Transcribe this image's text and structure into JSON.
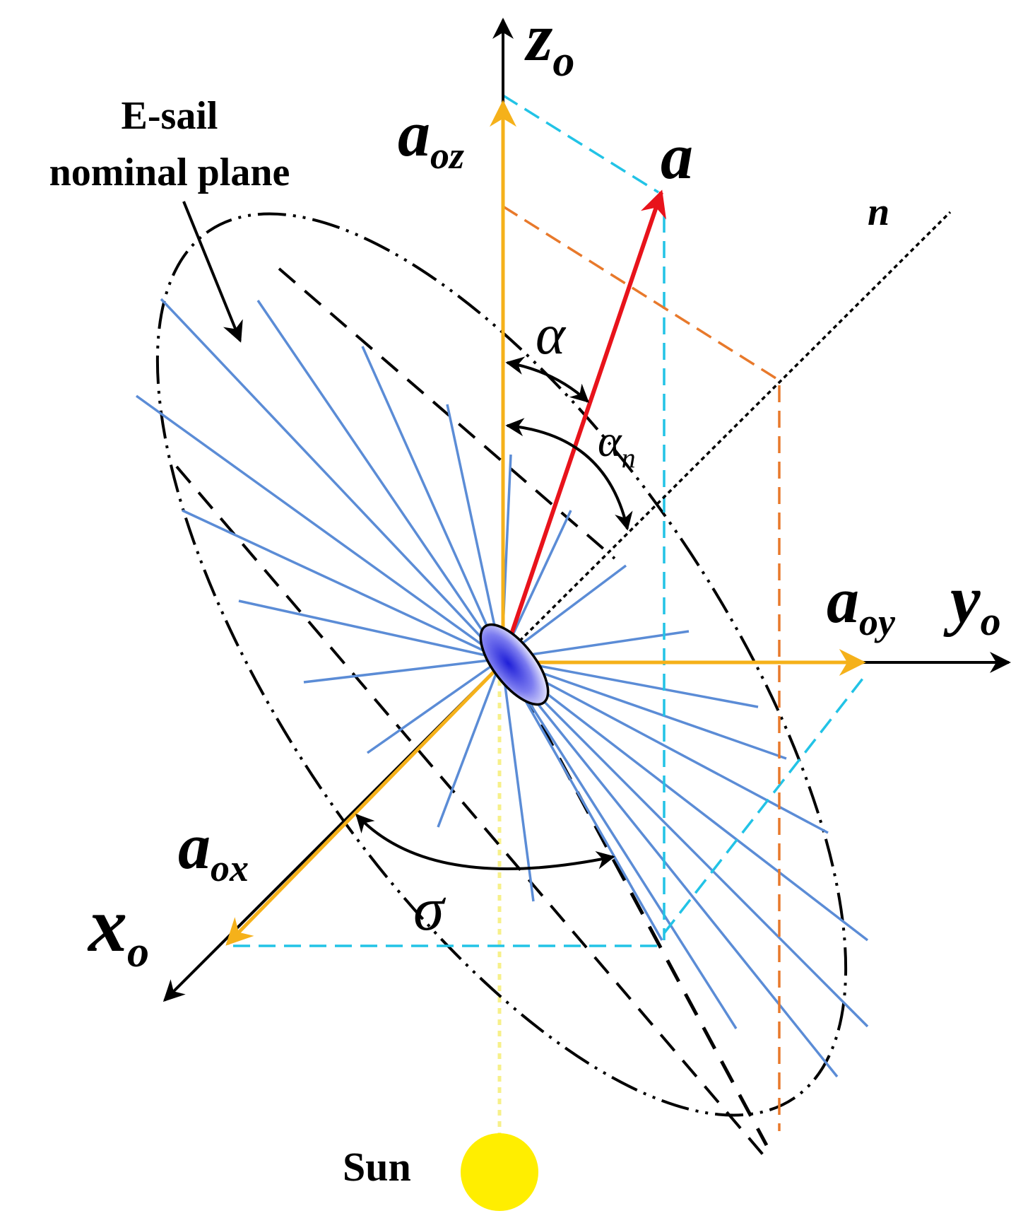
{
  "labels": {
    "z_axis": {
      "main": "z",
      "sub": "o"
    },
    "y_axis": {
      "main": "y",
      "sub": "o"
    },
    "x_axis": {
      "main": "x",
      "sub": "o"
    },
    "a_oz": {
      "main": "a",
      "sub": "oz"
    },
    "a_oy": {
      "main": "a",
      "sub": "oy"
    },
    "a_ox": {
      "main": "a",
      "sub": "ox"
    },
    "a_vec": "a",
    "n_axis": "n",
    "alpha": "α",
    "alpha_n": {
      "main": "α",
      "sub": "n"
    },
    "sigma": "σ",
    "sun": "Sun",
    "plane_line1": "E-sail",
    "plane_line2": "nominal plane"
  },
  "colors": {
    "axis": "#000000",
    "component": "#F5B11A",
    "accel": "#E8131B",
    "cyan_dash": "#22C3E6",
    "orange_dash": "#E8792B",
    "tether": "#5B8CD6",
    "sun": "#FFEE00",
    "sun_ray": "#F7F08A",
    "hub_center": "#1F1FD8",
    "hub_edge": "#FFFFFF"
  }
}
